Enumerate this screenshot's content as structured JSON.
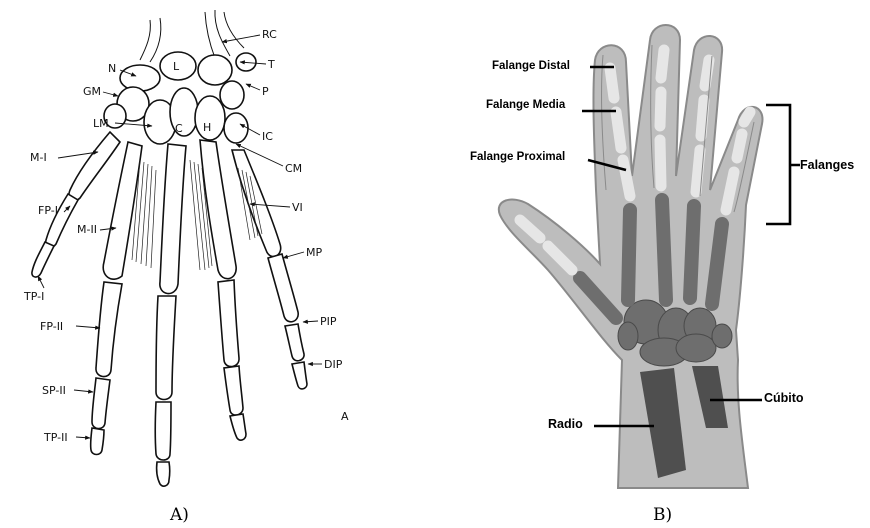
{
  "panel_a": {
    "labels": {
      "n": "N",
      "rc": "RC",
      "gm": "GM",
      "l": "L",
      "t": "T",
      "p": "P",
      "lm": "LM",
      "c": "C",
      "h": "H",
      "ic": "IC",
      "mi": "M-I",
      "cm": "CM",
      "fpi": "FP-I",
      "vi": "VI",
      "mii": "M-II",
      "mp": "MP",
      "tpi": "TP-I",
      "pip": "PIP",
      "fpii": "FP-II",
      "dip": "DIP",
      "spii": "SP-II",
      "tpii": "TP-II",
      "mark": "A"
    },
    "caption": "A)"
  },
  "panel_b": {
    "labels": {
      "falange_distal": "Falange Distal",
      "falange_media": "Falange Media",
      "falange_proximal": "Falange Proximal",
      "falanges": "Falanges",
      "radio": "Radio",
      "cubito": "Cúbito"
    },
    "caption": "B)",
    "colors": {
      "skin": "#bdbdbd",
      "outline": "#8a8a8a",
      "bone": "#6e6e6e",
      "phalanx_light": "#e6e6e6",
      "forearm_bone": "#4f4f4f"
    }
  }
}
